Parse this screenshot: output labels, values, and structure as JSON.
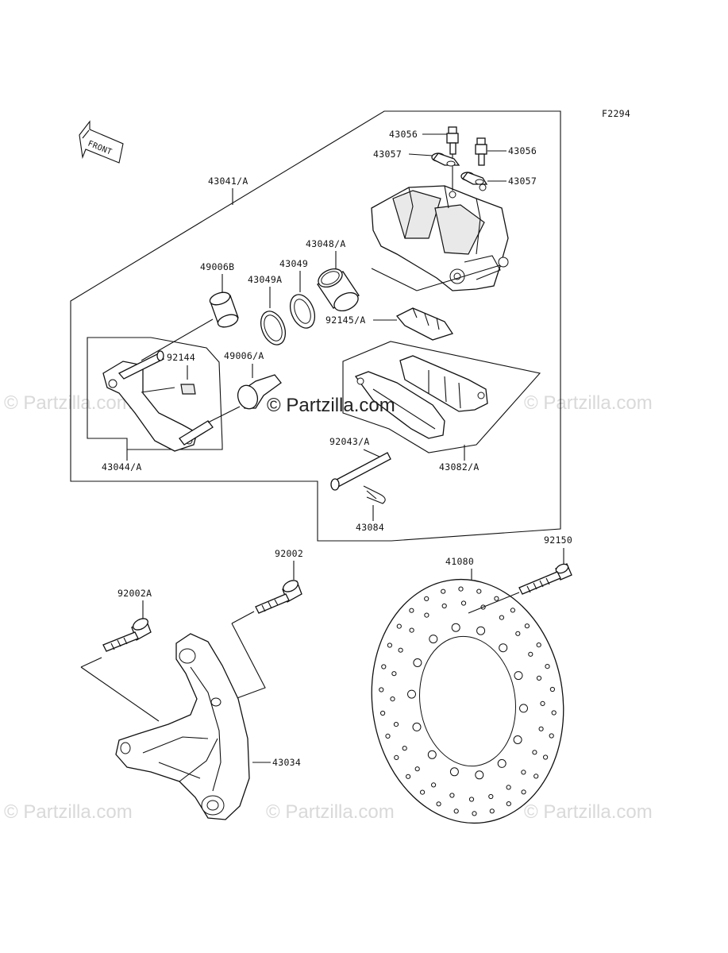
{
  "figure_code": "F2294",
  "front_arrow_label": "FRONT",
  "watermark_main": "© Partzilla.com",
  "watermark_faint": "© Partzilla.com",
  "parts": {
    "p43056_top": "43056",
    "p43057_left": "43057",
    "p43056_right": "43056",
    "p43057_right": "43057",
    "p43041A": "43041/A",
    "p43048A": "43048/A",
    "p43049": "43049",
    "p49006B": "49006B",
    "p43049A": "43049A",
    "p92145A": "92145/A",
    "p92144": "92144",
    "p49006A": "49006/A",
    "p43044A": "43044/A",
    "p92043A": "92043/A",
    "p43082A": "43082/A",
    "p43084": "43084",
    "p92002": "92002",
    "p92150": "92150",
    "p92002A": "92002A",
    "p41080": "41080",
    "p43034": "43034"
  }
}
